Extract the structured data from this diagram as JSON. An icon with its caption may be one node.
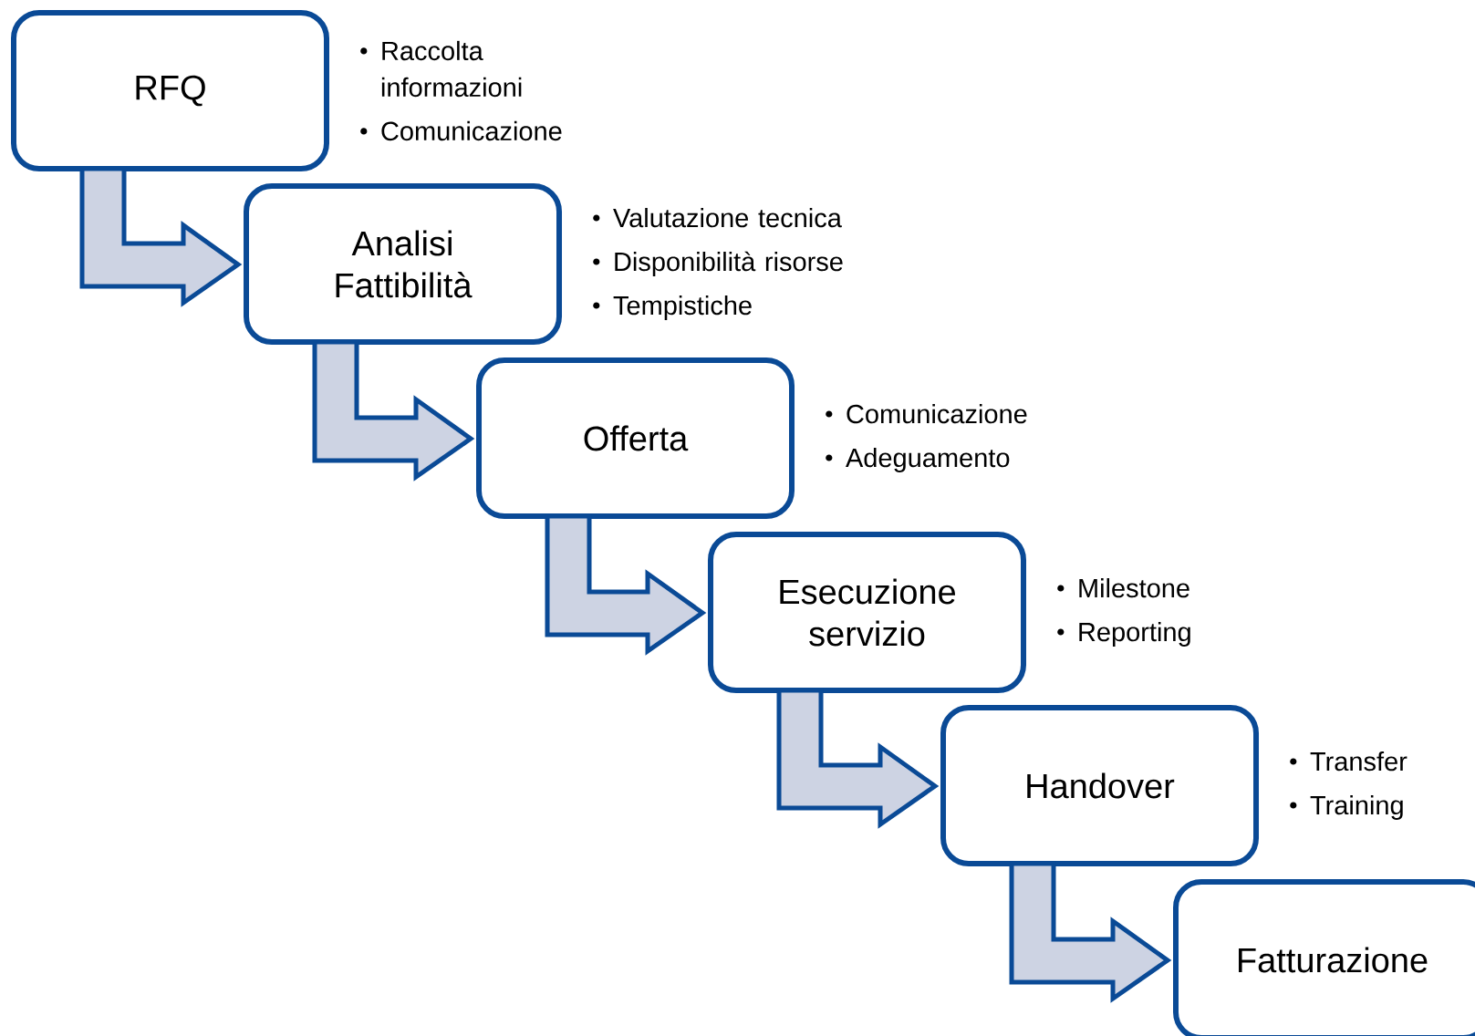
{
  "diagram": {
    "nodes": [
      {
        "text": [
          "RFQ"
        ],
        "beside": [
          "Raccolta informazioni",
          "Comunicazione"
        ]
      },
      {
        "text": [
          "Analisi Fattibilità"
        ],
        "beside": [
          "Valutazione tecnica",
          "Disponibilità risorse",
          "Tempistiche"
        ]
      },
      {
        "text": [
          "Offerta"
        ],
        "beside": [
          "Comunicazione",
          "Adeguamento"
        ]
      },
      {
        "text": [
          "Esecuzione servizio"
        ],
        "beside": [
          "Milestone",
          "Reporting"
        ]
      },
      {
        "text": [
          "Handover"
        ],
        "beside": [
          "Transfer",
          "Training"
        ]
      },
      {
        "text": [
          "Fatturazione"
        ]
      }
    ],
    "edges": [
      {
        "from": 0,
        "to": 1,
        "arrow": "to"
      },
      {
        "from": 1,
        "to": 2,
        "arrow": "to"
      },
      {
        "from": 2,
        "to": 3,
        "arrow": "to"
      },
      {
        "from": 3,
        "to": 4,
        "arrow": "to"
      },
      {
        "from": 4,
        "to": 5,
        "arrow": "to"
      }
    ]
  }
}
